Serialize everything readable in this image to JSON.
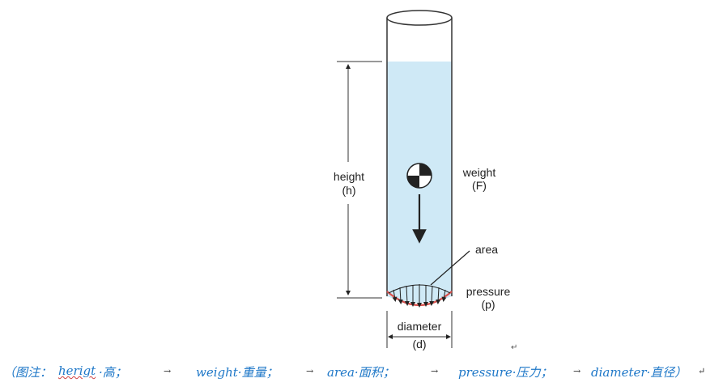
{
  "diagram": {
    "labels": {
      "height_word": "height",
      "height_symbol": "(h)",
      "weight_word": "weight",
      "weight_symbol": "(F)",
      "area": "area",
      "pressure_word": "pressure",
      "pressure_symbol": "(p)",
      "diameter_word": "diameter",
      "diameter_symbol": "(d)"
    },
    "colors": {
      "liquid": "#cfe9f6",
      "outline": "#333333",
      "area_rim": "#d9534f",
      "caption": "#1f78c8"
    }
  },
  "caption": {
    "open": "（图注：",
    "herigt": "herigt",
    "height_cn": "·高；",
    "weight": "weight·重量；",
    "area": "area·面积；",
    "pressure": "pressure·压力；",
    "diameter": "diameter·直径）",
    "tab_arrow": "→",
    "end_mark": "↵"
  },
  "paragraph_mark": "↵"
}
